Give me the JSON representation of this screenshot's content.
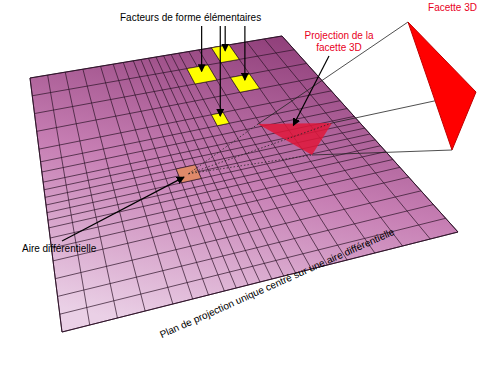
{
  "diagram": {
    "labels": [
      "Facteurs de forme élémentaires",
      "Facette 3D",
      "Projection de la facette 3D",
      "Aire différentielle",
      "Plan de projection unique centré sur une aire différentielle"
    ]
  }
}
